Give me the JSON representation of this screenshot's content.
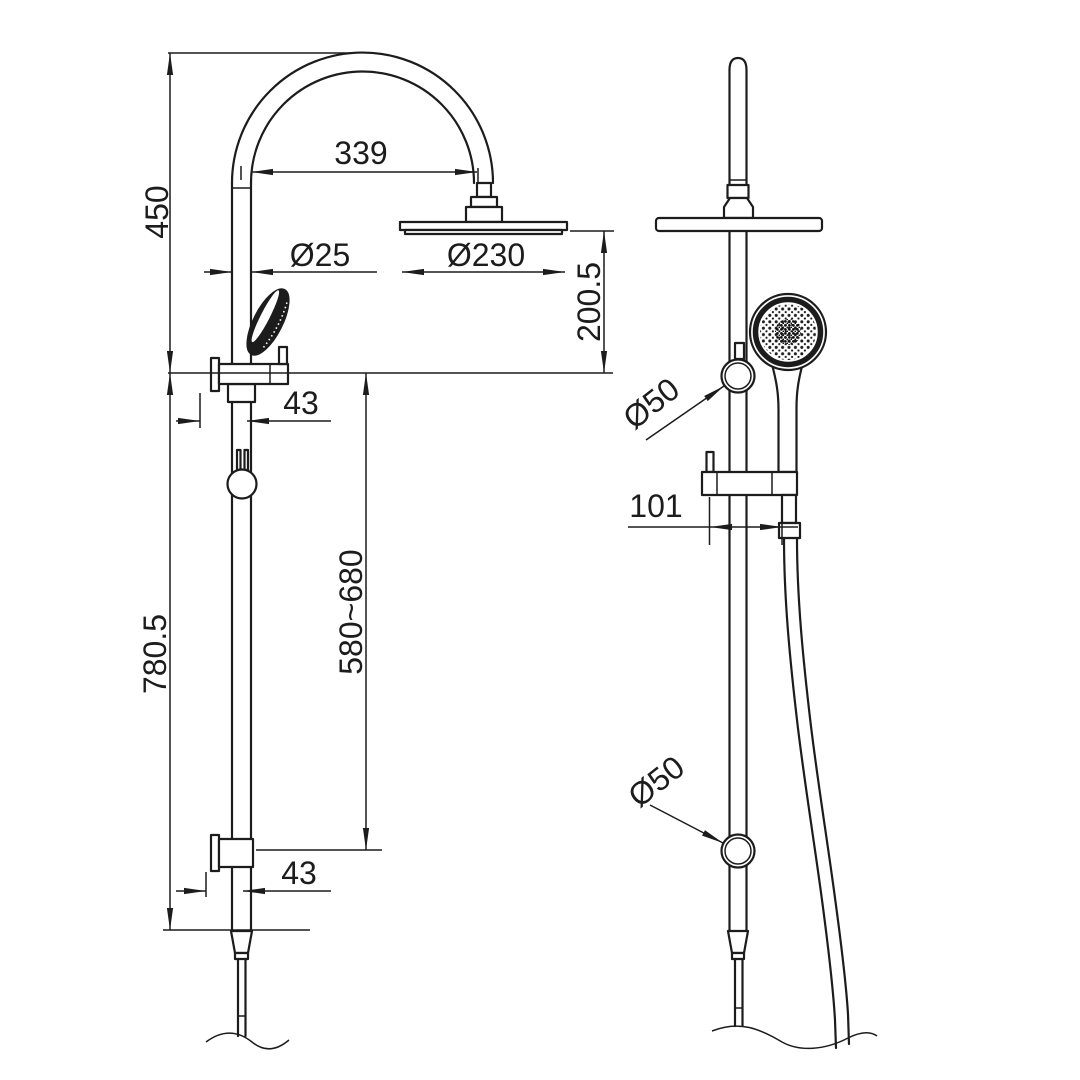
{
  "drawing": {
    "background_color": "#ffffff",
    "line_color": "#1c1c1c",
    "front_view": {
      "overall_height_top": "450",
      "arm_reach": "339",
      "riser_diameter": "Ø25",
      "head_diameter": "Ø230",
      "head_drop": "200.5",
      "upper_bracket_offset": "43",
      "rail_adjustment": "580~680",
      "overall_height_bottom": "780.5",
      "lower_bracket_offset": "43"
    },
    "side_view": {
      "upper_bracket_diameter": "Ø50",
      "holder_projection": "101",
      "lower_bracket_diameter": "Ø50"
    }
  }
}
